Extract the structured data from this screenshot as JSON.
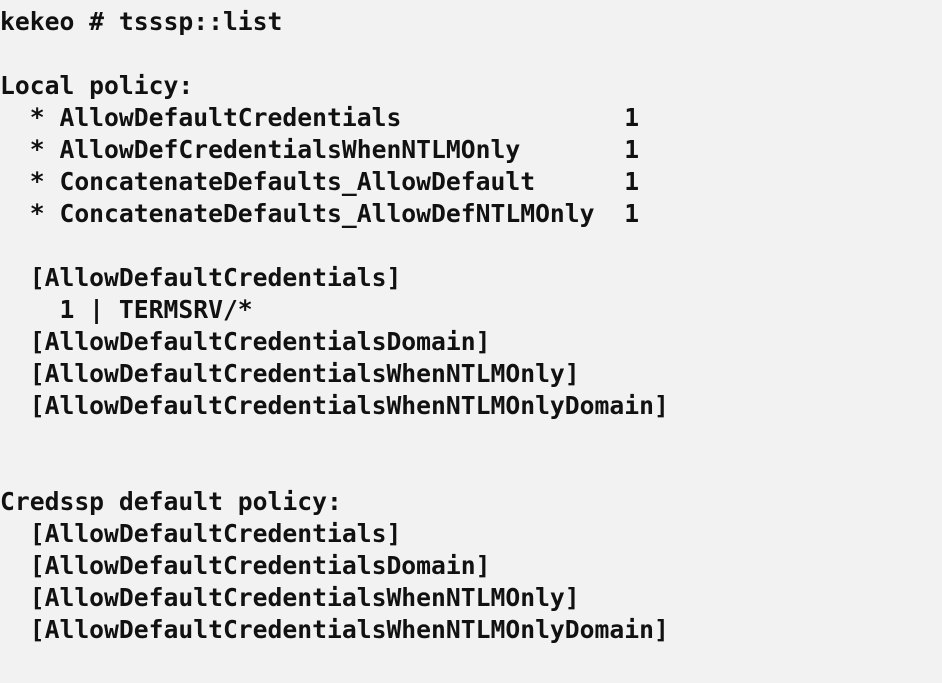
{
  "terminal": {
    "lines": [
      "kekeo # tsssp::list",
      "",
      "Local policy:",
      "  * AllowDefaultCredentials               1",
      "  * AllowDefCredentialsWhenNTLMOnly       1",
      "  * ConcatenateDefaults_AllowDefault      1",
      "  * ConcatenateDefaults_AllowDefNTLMOnly  1",
      "",
      "  [AllowDefaultCredentials]",
      "    1 | TERMSRV/*",
      "  [AllowDefaultCredentialsDomain]",
      "  [AllowDefaultCredentialsWhenNTLMOnly]",
      "  [AllowDefaultCredentialsWhenNTLMOnlyDomain]",
      "",
      "",
      "Credssp default policy:",
      "  [AllowDefaultCredentials]",
      "  [AllowDefaultCredentialsDomain]",
      "  [AllowDefaultCredentialsWhenNTLMOnly]",
      "  [AllowDefaultCredentialsWhenNTLMOnlyDomain]"
    ]
  }
}
